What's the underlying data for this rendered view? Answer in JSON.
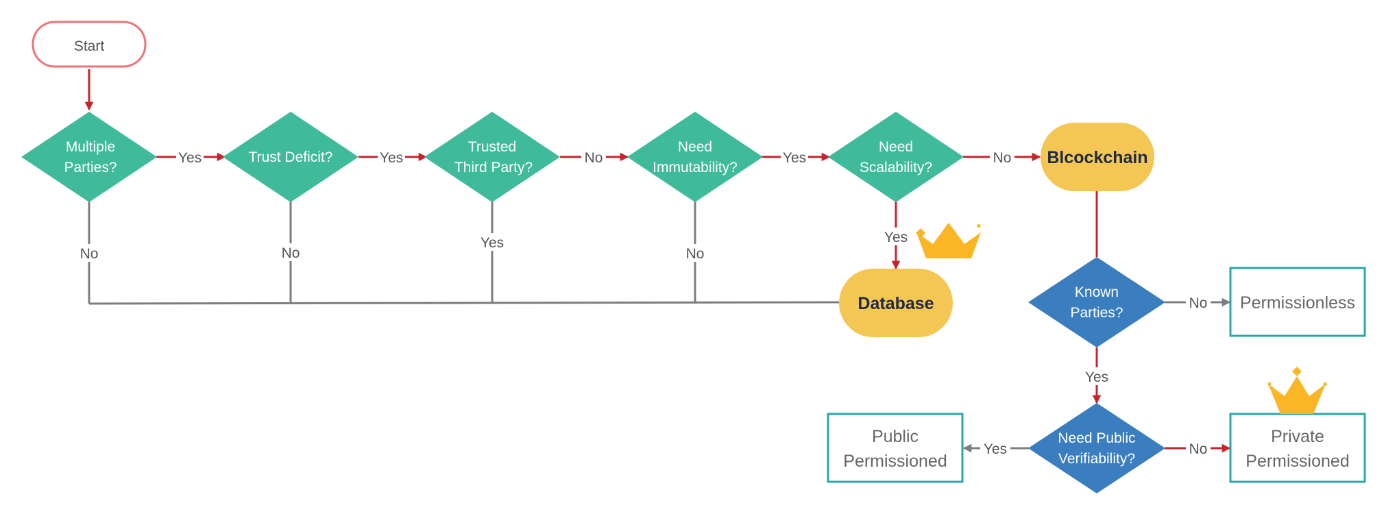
{
  "start": {
    "label": "Start"
  },
  "decisions": {
    "multiple_parties": {
      "line1": "Multiple",
      "line2": "Parties?"
    },
    "trust_deficit": {
      "line1": "Trust Deficit?"
    },
    "trusted_third_party": {
      "line1": "Trusted",
      "line2": "Third Party?"
    },
    "need_immutability": {
      "line1": "Need",
      "line2": "Immutability?"
    },
    "need_scalability": {
      "line1": "Need",
      "line2": "Scalability?"
    },
    "known_parties": {
      "line1": "Known",
      "line2": "Parties?"
    },
    "need_public_verifiability": {
      "line1": "Need Public",
      "line2": "Verifiability?"
    }
  },
  "outcomes": {
    "blockchain": "Blcockchain",
    "database": "Database",
    "permissionless": "Permissionless",
    "private_permissioned": {
      "line1": "Private",
      "line2": "Permissioned"
    },
    "public_permissioned": {
      "line1": "Public",
      "line2": "Permissioned"
    }
  },
  "edge_labels": {
    "multiple_to_trust": "Yes",
    "trust_to_third": "Yes",
    "third_to_immut": "No",
    "immut_to_scal": "Yes",
    "scal_to_blockchain": "No",
    "scal_to_database": "Yes",
    "multiple_down": "No",
    "trust_down": "No",
    "third_down": "Yes",
    "immut_down": "No",
    "known_to_permissionless": "No",
    "known_to_verifiability": "Yes",
    "verif_to_private": "No",
    "verif_to_public": "Yes"
  },
  "colors": {
    "teal": "#3fbb9b",
    "blue": "#3a7ebf",
    "yellow": "#f4c653",
    "start_border": "#ee7378",
    "box_border": "#2aa8a8",
    "red_line": "#c8232c",
    "gray_line": "#7d7d7d",
    "crown": "#fbb626"
  },
  "icons": [
    "crown-icon",
    "crown-icon"
  ]
}
